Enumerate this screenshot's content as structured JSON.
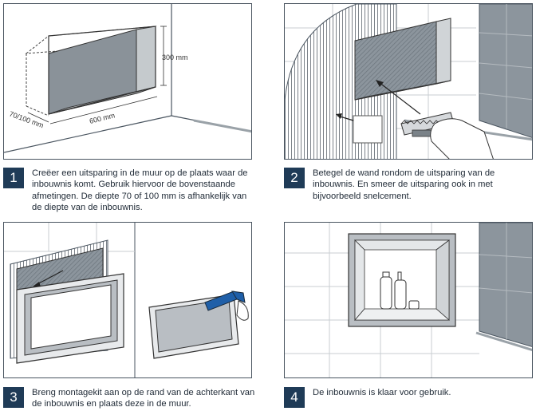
{
  "steps": [
    {
      "number": "1",
      "caption": "Creëer een uitsparing in de muur op de plaats waar de inbouwnis komt. Gebruik hiervoor de bovenstaande afmetingen. De diepte 70 of 100 mm is afhankelijk van de diepte van de inbouwnis."
    },
    {
      "number": "2",
      "caption": "Betegel de wand rondom de uitsparing van de inbouwnis. En smeer de uitsparing ook in met bijvoorbeeld snelcement."
    },
    {
      "number": "3",
      "caption": "Breng montagekit aan op de rand van de achterkant van de inbouwnis en plaats deze in de muur."
    },
    {
      "number": "4",
      "caption": "De inbouwnis is klaar voor gebruik."
    }
  ],
  "dimensions": {
    "height": "300 mm",
    "width": "600 mm",
    "depth": "70/100 mm"
  },
  "colors": {
    "badge": "#1f3b57",
    "line": "#4a5560",
    "tile_dark": "#8c959d",
    "niche_gray": "#b9bec3"
  }
}
